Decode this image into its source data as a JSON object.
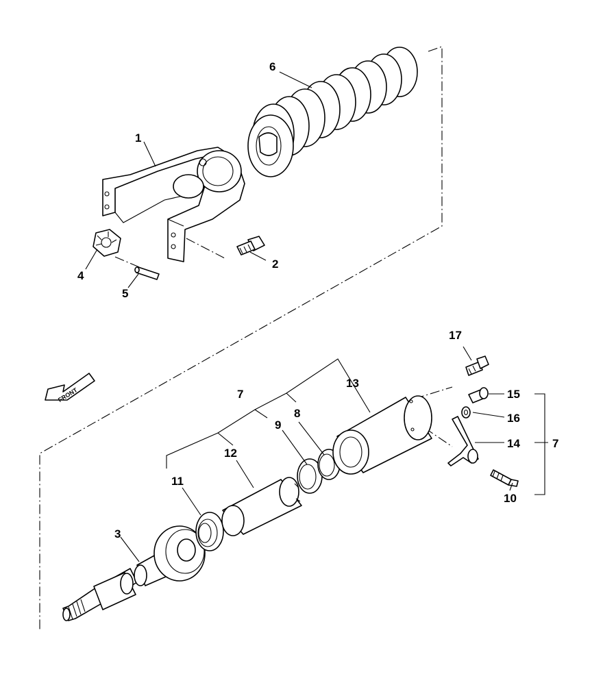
{
  "front_label": "FRONT",
  "callouts": {
    "c1": "1",
    "c2": "2",
    "c3": "3",
    "c4": "4",
    "c5": "5",
    "c6": "6",
    "c7": "7",
    "c7b": "7",
    "c8": "8",
    "c9": "9",
    "c10": "10",
    "c11": "11",
    "c12": "12",
    "c13": "13",
    "c14": "14",
    "c15": "15",
    "c16": "16",
    "c17": "17"
  }
}
